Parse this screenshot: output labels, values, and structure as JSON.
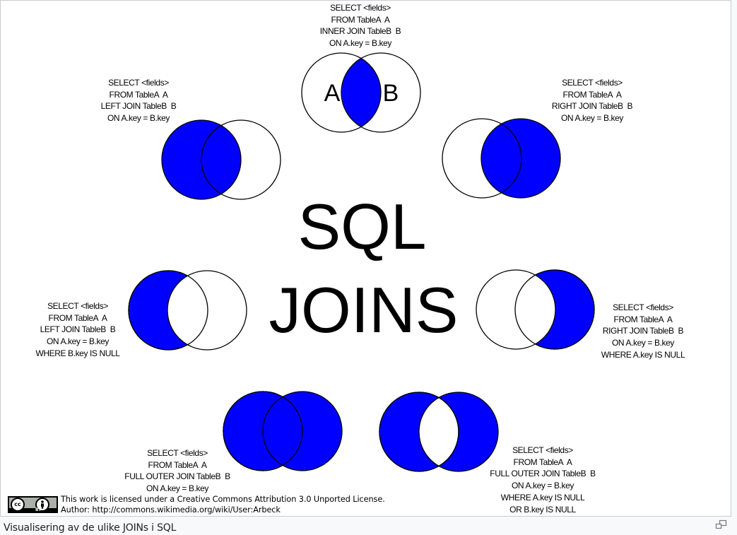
{
  "colors": {
    "fill": "#0000ff",
    "stroke": "#000000",
    "background": "#ffffff"
  },
  "title": {
    "line1": "SQL",
    "line2": "JOINS"
  },
  "labels": {
    "a": "A",
    "b": "B"
  },
  "joins": {
    "inner": [
      "SELECT <fields>",
      "FROM TableA  A",
      "INNER JOIN TableB  B",
      "ON A.key = B.key"
    ],
    "left": [
      "SELECT <fields>",
      "FROM TableA  A",
      "LEFT JOIN TableB  B",
      "ON A.key = B.key"
    ],
    "right": [
      "SELECT <fields>",
      "FROM TableA  A",
      "RIGHT JOIN TableB  B",
      "ON A.key = B.key"
    ],
    "left_excl": [
      "SELECT <fields>",
      "FROM TableA  A",
      "LEFT JOIN TableB  B",
      "ON A.key = B.key",
      "WHERE B.key IS NULL"
    ],
    "right_excl": [
      "SELECT <fields>",
      "FROM TableA  A",
      "RIGHT JOIN TableB  B",
      "ON A.key = B.key",
      "WHERE A.key IS NULL"
    ],
    "full": [
      "SELECT <fields>",
      "FROM TableA  A",
      "FULL OUTER JOIN TableB  B",
      "ON A.key = B.key"
    ],
    "full_excl": [
      "SELECT <fields>",
      "FROM TableA  A",
      "FULL OUTER JOIN TableB  B",
      "ON A.key = B.key",
      "WHERE A.key IS NULL",
      "OR B.key IS NULL"
    ]
  },
  "license": {
    "badge_cc": "cc",
    "badge_by": "BY",
    "line1": "This work is licensed under a Creative Commons Attribution 3.0 Unported License.",
    "line2": "Author: http://commons.wikimedia.org/wiki/User:Arbeck"
  },
  "caption": "Visualisering av de ulike JOINs i SQL",
  "icons": {
    "enlarge": "enlarge-icon"
  }
}
